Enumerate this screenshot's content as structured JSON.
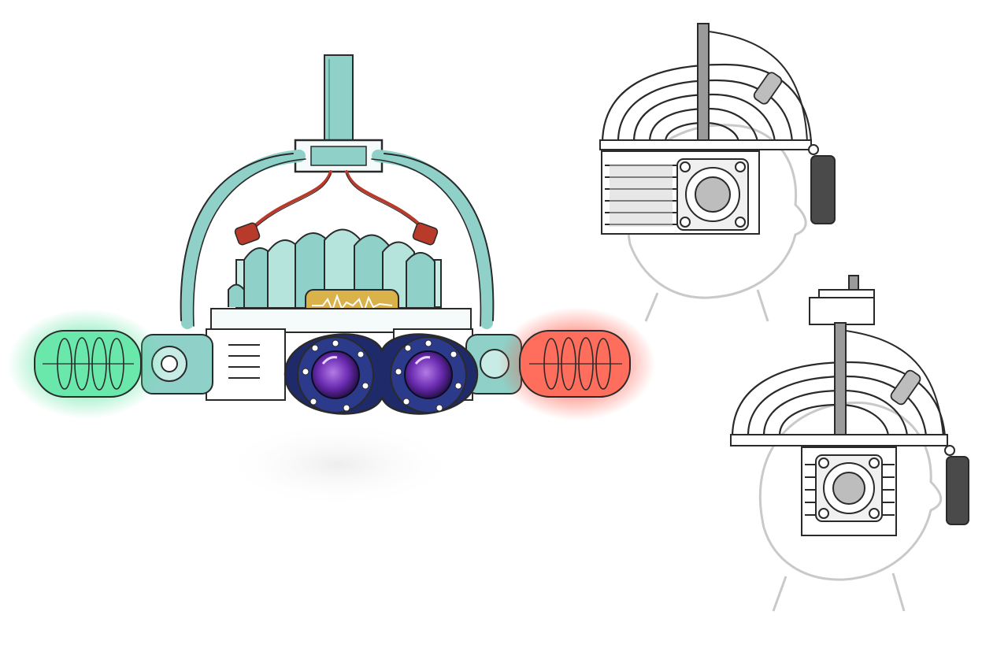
{
  "sheet": {
    "subject": "headset-goggles-concept-sketch",
    "views": [
      "front-view",
      "side-view",
      "side-view"
    ]
  },
  "colors": {
    "background": "#ffffff",
    "ink": "#2a2a2a",
    "frame_teal": "#8fd1c8",
    "frame_teal_dark": "#5aa79b",
    "glow_green": "#4fe39a",
    "glow_red": "#ff4a3a",
    "lens_ring_navy": "#1f2a6b",
    "lens_purple": "#6a2bb0",
    "display_gold": "#d9b24a",
    "wire_red": "#b83a2a",
    "shade_gray": "#8a8a8a",
    "head_outline_gray": "#c9c9c9"
  },
  "icons": {
    "left_canister": "green-glow-coil-canister",
    "right_canister": "red-glow-coil-canister",
    "lenses": "twin-goggle-lens",
    "display": "heartbeat-waveform-display"
  }
}
